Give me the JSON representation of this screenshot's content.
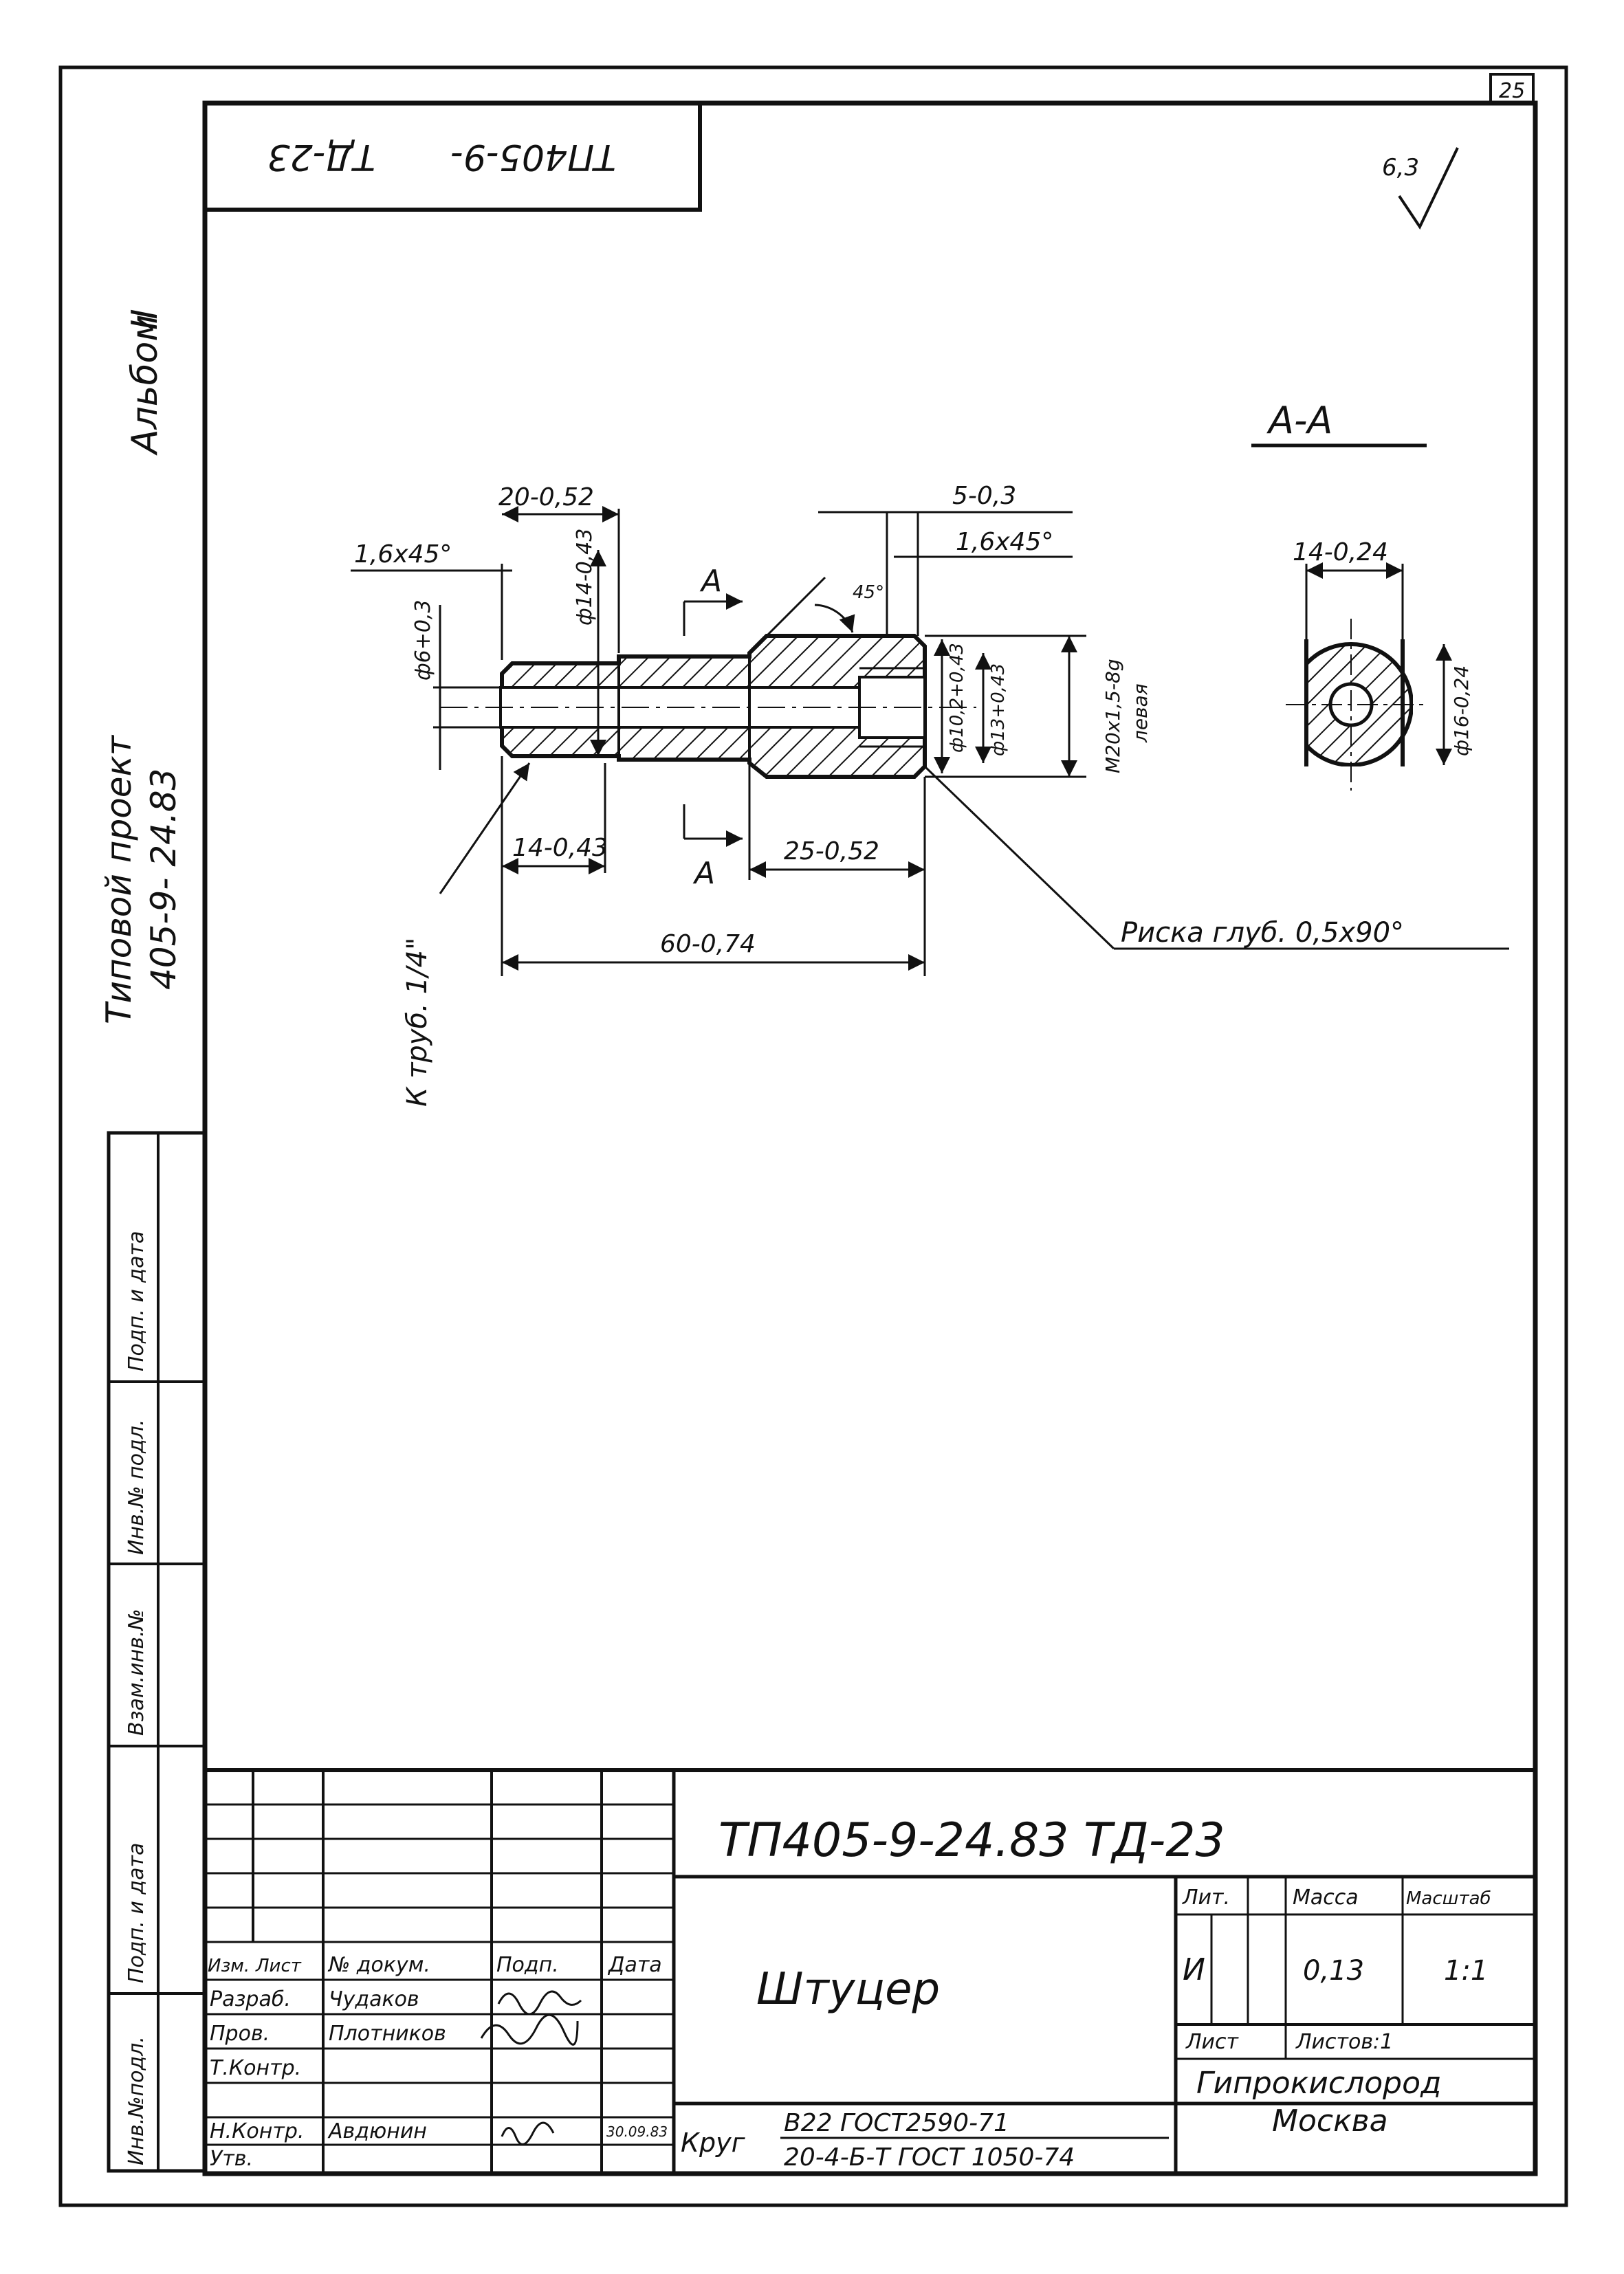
{
  "sheet_number": "25",
  "top_code": {
    "left": "ТП405-9-",
    "right": "ТД-23"
  },
  "roughness": "6,3",
  "left_margin": {
    "album": "Альбом",
    "album_number": "II",
    "project_line1": "Типовой проект",
    "project_line2": "405-9- 24.83"
  },
  "side_columns": [
    "Подп. и дата",
    "Инв.№ подл.",
    "Взам.инв.№",
    "Подп. и дата",
    "Инв.№подл."
  ],
  "section_title": "А-А",
  "dimensions": {
    "d1": "20-0,52",
    "d2": "1,6х45°",
    "d3": "ф14-0,43",
    "d4": "ф6+0,3",
    "d5": "5-0,3",
    "d6": "1,6х45°",
    "d7": "45°",
    "d8": "ф10,2+0,43",
    "d9": "ф13+0,43",
    "d10": "М20х1,5-8g",
    "d10b": "левая",
    "d11": "14-0,43",
    "d12": "25-0,52",
    "d13": "60-0,74",
    "d14": "14-0,24",
    "d15": "ф16-0,24"
  },
  "section_marks": [
    "А",
    "А"
  ],
  "callouts": {
    "pipe": "К труб. 1/4\"",
    "groove": "Риска глуб. 0,5х90°"
  },
  "stamp": {
    "doc_code": "ТП405-9-24.83 ТД-23",
    "part_name": "Штуцер",
    "material_prefix": "Круг",
    "material_line1": "В22 ГОСТ2590-71",
    "material_line2": "20-4-Б-Т ГОСТ 1050-74",
    "col_headers": [
      "Изм.",
      "Лист",
      "№ докум.",
      "Подп.",
      "Дата"
    ],
    "rows": [
      {
        "role": "Разраб.",
        "name": "Чудаков",
        "sign": "подпись"
      },
      {
        "role": "Пров.",
        "name": "Плотников",
        "sign": "подпись"
      },
      {
        "role": "Т.Контр.",
        "name": "",
        "sign": ""
      },
      {
        "role": "Н.Контр.",
        "name": "Авдюнин",
        "sign": "подпись",
        "date": "30.09.83"
      },
      {
        "role": "Утв.",
        "name": "",
        "sign": ""
      }
    ],
    "lit_label": "Лит.",
    "mass_label": "Масса",
    "scale_label": "Масштаб",
    "lit_value": "И",
    "mass_value": "0,13",
    "scale_value": "1:1",
    "sheet_label": "Лист",
    "sheets_label": "Листов:1",
    "org_line1": "Гипрокислород",
    "org_line2": "Москва"
  }
}
